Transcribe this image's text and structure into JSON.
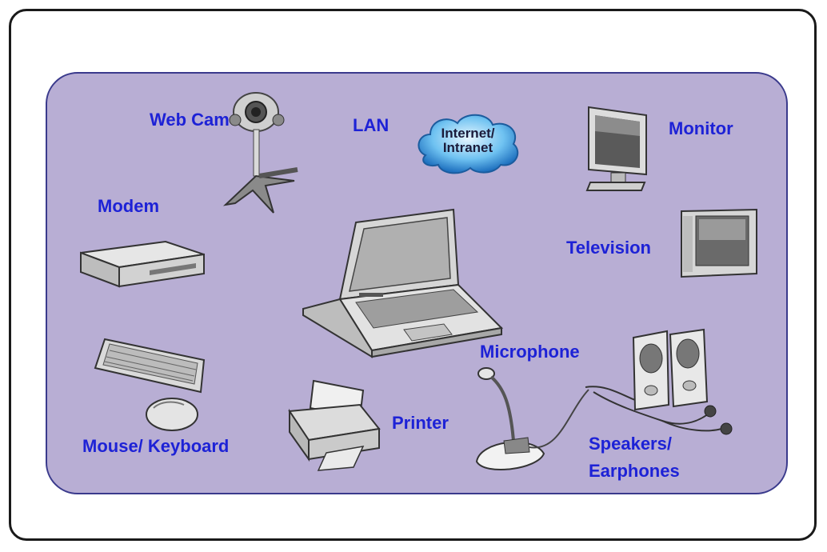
{
  "labels": {
    "webcam": "Web Cam",
    "lan": "LAN",
    "monitor": "Monitor",
    "modem": "Modem",
    "television": "Television",
    "microphone": "Microphone",
    "printer": "Printer",
    "mouse_keyboard": "Mouse/ Keyboard",
    "speakers_line1": "Speakers/",
    "speakers_line2": "Earphones"
  },
  "cloud": {
    "line1": "Internet/",
    "line2": "Intranet"
  },
  "colors": {
    "label": "#1d22d6",
    "panel": "#b8aed4",
    "panel_border": "#3a3a8c",
    "frame": "#1a1a1a"
  }
}
